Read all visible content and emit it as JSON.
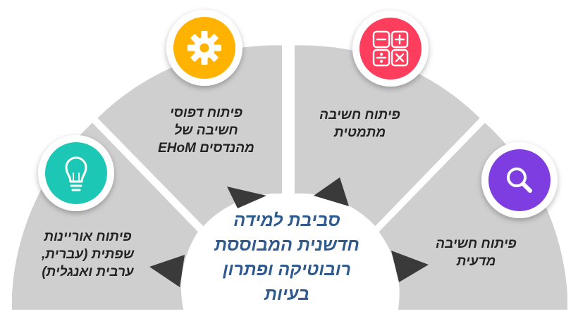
{
  "center": {
    "text": "סביבת למידה\nחדשנית המבוססת\nרובוטיקה ופתרון\nבעיות"
  },
  "segments": [
    {
      "text": "פיתוח אוריינות\nשפתית (עברית,\nערבית ואנגלית)",
      "icon": "lightbulb-icon",
      "color": "#1cc7b6"
    },
    {
      "text": "פיתוח דפוסי\nחשיבה של\nמהנדסים EHoM",
      "icon": "gear-icon",
      "color": "#ffb300"
    },
    {
      "text": "פיתוח חשיבה\nמתמטית",
      "icon": "math-operations-icon",
      "color": "#ff3c5c"
    },
    {
      "text": "פיתוח חשיבה\nמדעית",
      "icon": "magnifier-icon",
      "color": "#7d3ee0"
    }
  ]
}
